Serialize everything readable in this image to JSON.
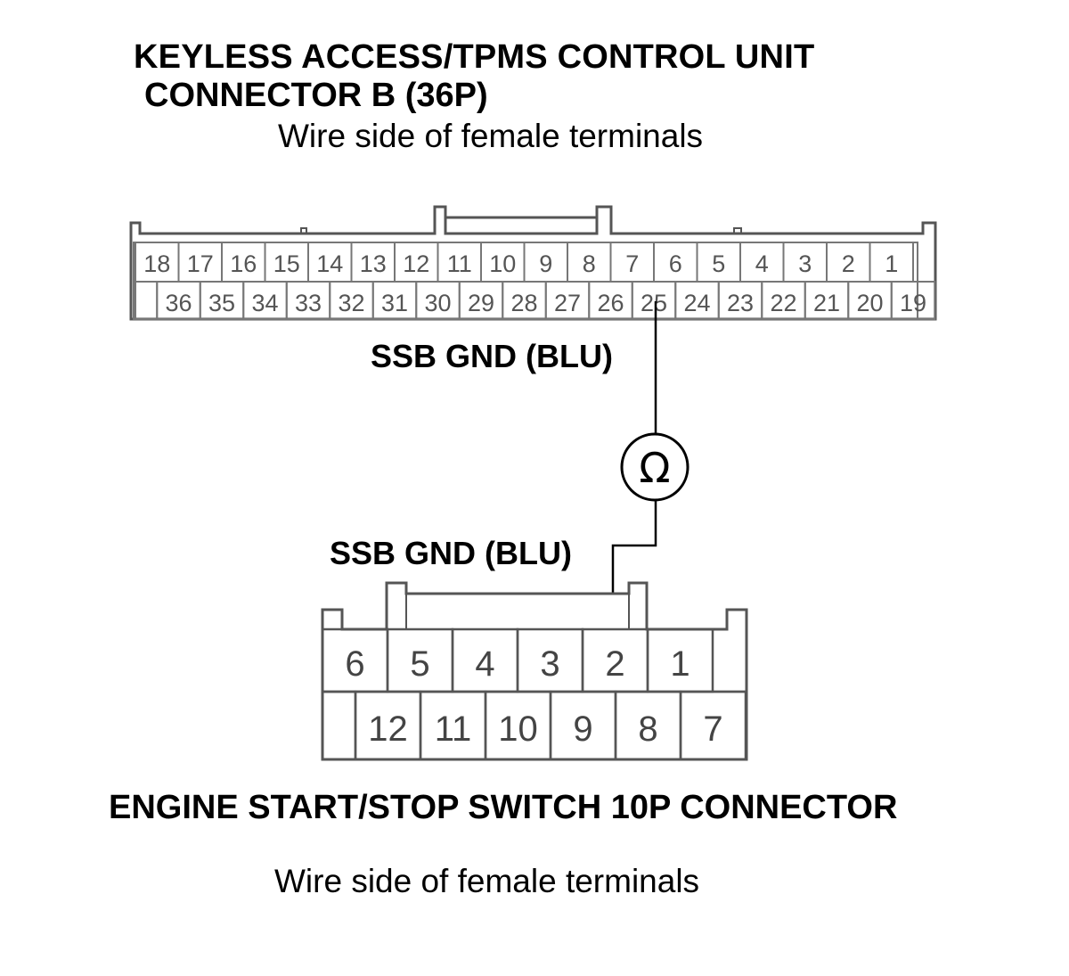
{
  "control_unit": {
    "title_line1": "KEYLESS ACCESS/TPMS CONTROL UNIT",
    "title_line2": "CONNECTOR B (36P)",
    "subtitle": "Wire side of female terminals",
    "top_row": [
      "18",
      "17",
      "16",
      "15",
      "14",
      "13",
      "12",
      "11",
      "10",
      "9",
      "8",
      "7",
      "6",
      "5",
      "4",
      "3",
      "2",
      "1"
    ],
    "bottom_row": [
      "36",
      "35",
      "34",
      "33",
      "32",
      "31",
      "30",
      "29",
      "28",
      "27",
      "26",
      "25",
      "24",
      "23",
      "22",
      "21",
      "20",
      "19"
    ]
  },
  "wire_top_label": "SSB GND (BLU)",
  "meter_symbol": "Ω",
  "wire_bottom_label": "SSB GND (BLU)",
  "switch_connector": {
    "title": "ENGINE START/STOP SWITCH 10P CONNECTOR",
    "subtitle": "Wire side of female terminals",
    "top_row": [
      "6",
      "5",
      "4",
      "3",
      "2",
      "1"
    ],
    "bottom_row": [
      "12",
      "11",
      "10",
      "9",
      "8",
      "7"
    ]
  }
}
